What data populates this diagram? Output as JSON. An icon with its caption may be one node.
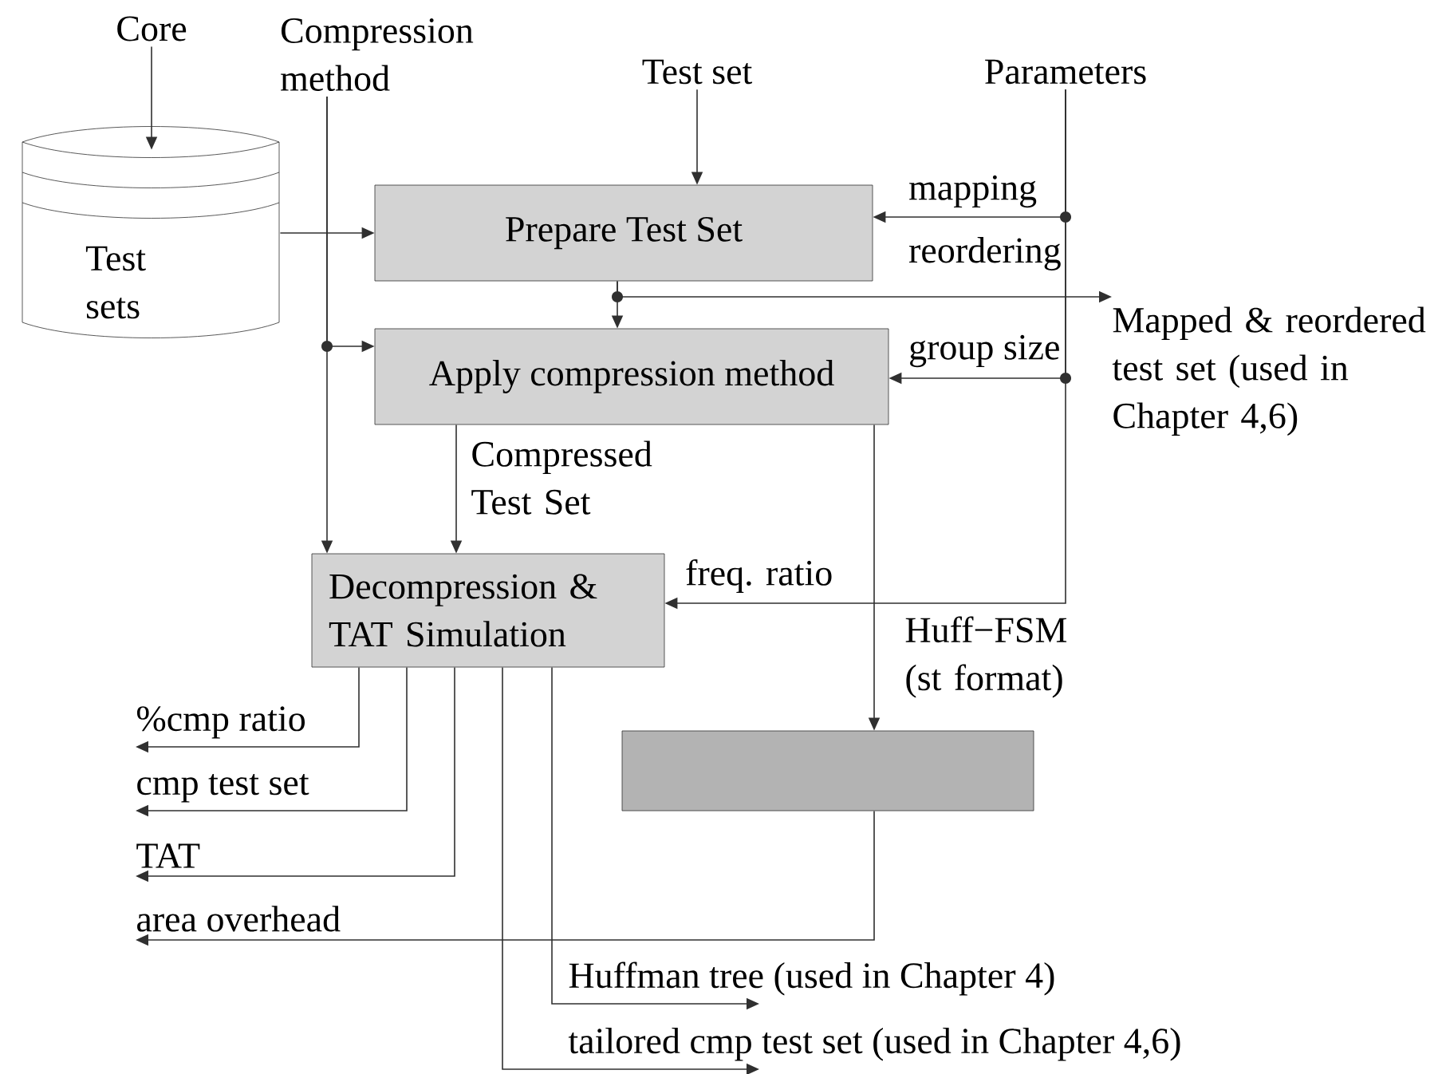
{
  "diagram": {
    "nodes": [
      {
        "text": [
          "Core"
        ]
      },
      {
        "text": [
          "Test sets"
        ]
      },
      {
        "text": [
          "Compression method"
        ]
      },
      {
        "text": [
          "Test set"
        ]
      },
      {
        "text": [
          "Parameters"
        ]
      },
      {
        "text": [
          "Prepare Test Set"
        ]
      },
      {
        "text": [
          "Apply compression method"
        ]
      },
      {
        "text": [
          "Decompression & TAT Simulation"
        ]
      },
      {
        "text": [],
        "shape": "box"
      },
      {
        "text": [
          "Mapped & reordered test set (used in Chapter 4,6)"
        ]
      },
      {
        "text": [
          "%cmp ratio"
        ]
      },
      {
        "text": [
          "cmp test set"
        ]
      },
      {
        "text": [
          "TAT"
        ]
      },
      {
        "text": [
          "area overhead"
        ]
      },
      {
        "text": [
          "Huffman tree  (used in Chapter 4)"
        ]
      },
      {
        "text": [
          "tailored cmp test set (used in Chapter 4,6)"
        ]
      }
    ],
    "edges": [
      {
        "from": 0,
        "to": 1,
        "arrow": "to"
      },
      {
        "from": 1,
        "to": 5,
        "arrow": "to"
      },
      {
        "from": 2,
        "to": 6,
        "arrow": "to"
      },
      {
        "from": 2,
        "to": 7,
        "arrow": "to"
      },
      {
        "from": 3,
        "to": 5,
        "arrow": "to"
      },
      {
        "from": 4,
        "to": 5,
        "arrow": "to",
        "label": "mapping"
      },
      {
        "from": 4,
        "to": 6,
        "arrow": "to",
        "label": "group size"
      },
      {
        "from": 4,
        "to": 7,
        "arrow": "to",
        "label": "freq. ratio"
      },
      {
        "from": 5,
        "to": 6,
        "arrow": "to"
      },
      {
        "from": 5,
        "to": 9,
        "arrow": "to"
      },
      {
        "from": 6,
        "to": 7,
        "arrow": "to",
        "label": "Compressed Test Set"
      },
      {
        "from": 6,
        "to": 8,
        "arrow": "to",
        "label": "Huff−FSM (st format)"
      },
      {
        "from": 7,
        "to": 10,
        "arrow": "to"
      },
      {
        "from": 7,
        "to": 11,
        "arrow": "to"
      },
      {
        "from": 7,
        "to": 12,
        "arrow": "to"
      },
      {
        "from": 8,
        "to": 13,
        "arrow": "to"
      },
      {
        "from": 7,
        "to": 14,
        "arrow": "to"
      },
      {
        "from": 7,
        "to": 15,
        "arrow": "to"
      }
    ],
    "labels": [
      "reordering"
    ]
  }
}
